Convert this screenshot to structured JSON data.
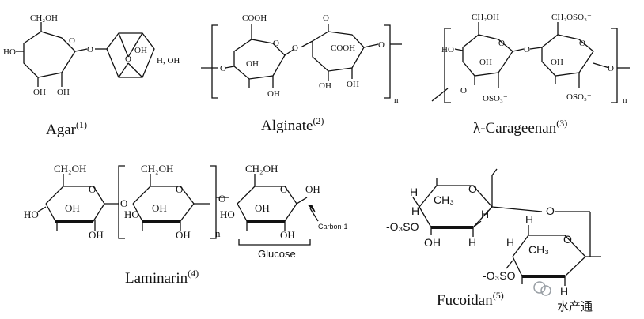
{
  "captions": {
    "agar": {
      "name": "Agar",
      "ref": "(1)"
    },
    "alginate": {
      "name": "Alginate",
      "ref": "(2)"
    },
    "carageenan": {
      "name": "λ-Carageenan",
      "ref": "(3)"
    },
    "laminarin": {
      "name": "Laminarin",
      "ref": "(4)"
    },
    "fucoidan": {
      "name": "Fucoidan",
      "ref": "(5)"
    }
  },
  "agar": {
    "ch2oh": "CH₂OH",
    "o": "O",
    "ho": "HO",
    "oh": "OH",
    "h_oh": "H, OH"
  },
  "alginate": {
    "cooh": "COOH",
    "o": "O",
    "oh": "OH",
    "n": "n"
  },
  "carageenan": {
    "ch2oh": "CH₂OH",
    "ch2oso3": "CH₂OSO₃⁻",
    "ho": "HO",
    "oh": "OH",
    "oso3": "OSO₃⁻",
    "o": "O",
    "n": "n"
  },
  "laminarin": {
    "ch2oh": "CH₂OH",
    "ho": "HO",
    "oh": "OH",
    "o": "O",
    "n": "n",
    "carbon1": "Carbon-1",
    "glucose": "Glucose"
  },
  "fucoidan": {
    "ch3": "CH₃",
    "h": "H",
    "o": "O",
    "oso3": "-O₃SO",
    "oh": "OH"
  },
  "watermark": {
    "text": "水产通"
  },
  "colors": {
    "ink": "#111111",
    "watermark": "#d8283a"
  }
}
